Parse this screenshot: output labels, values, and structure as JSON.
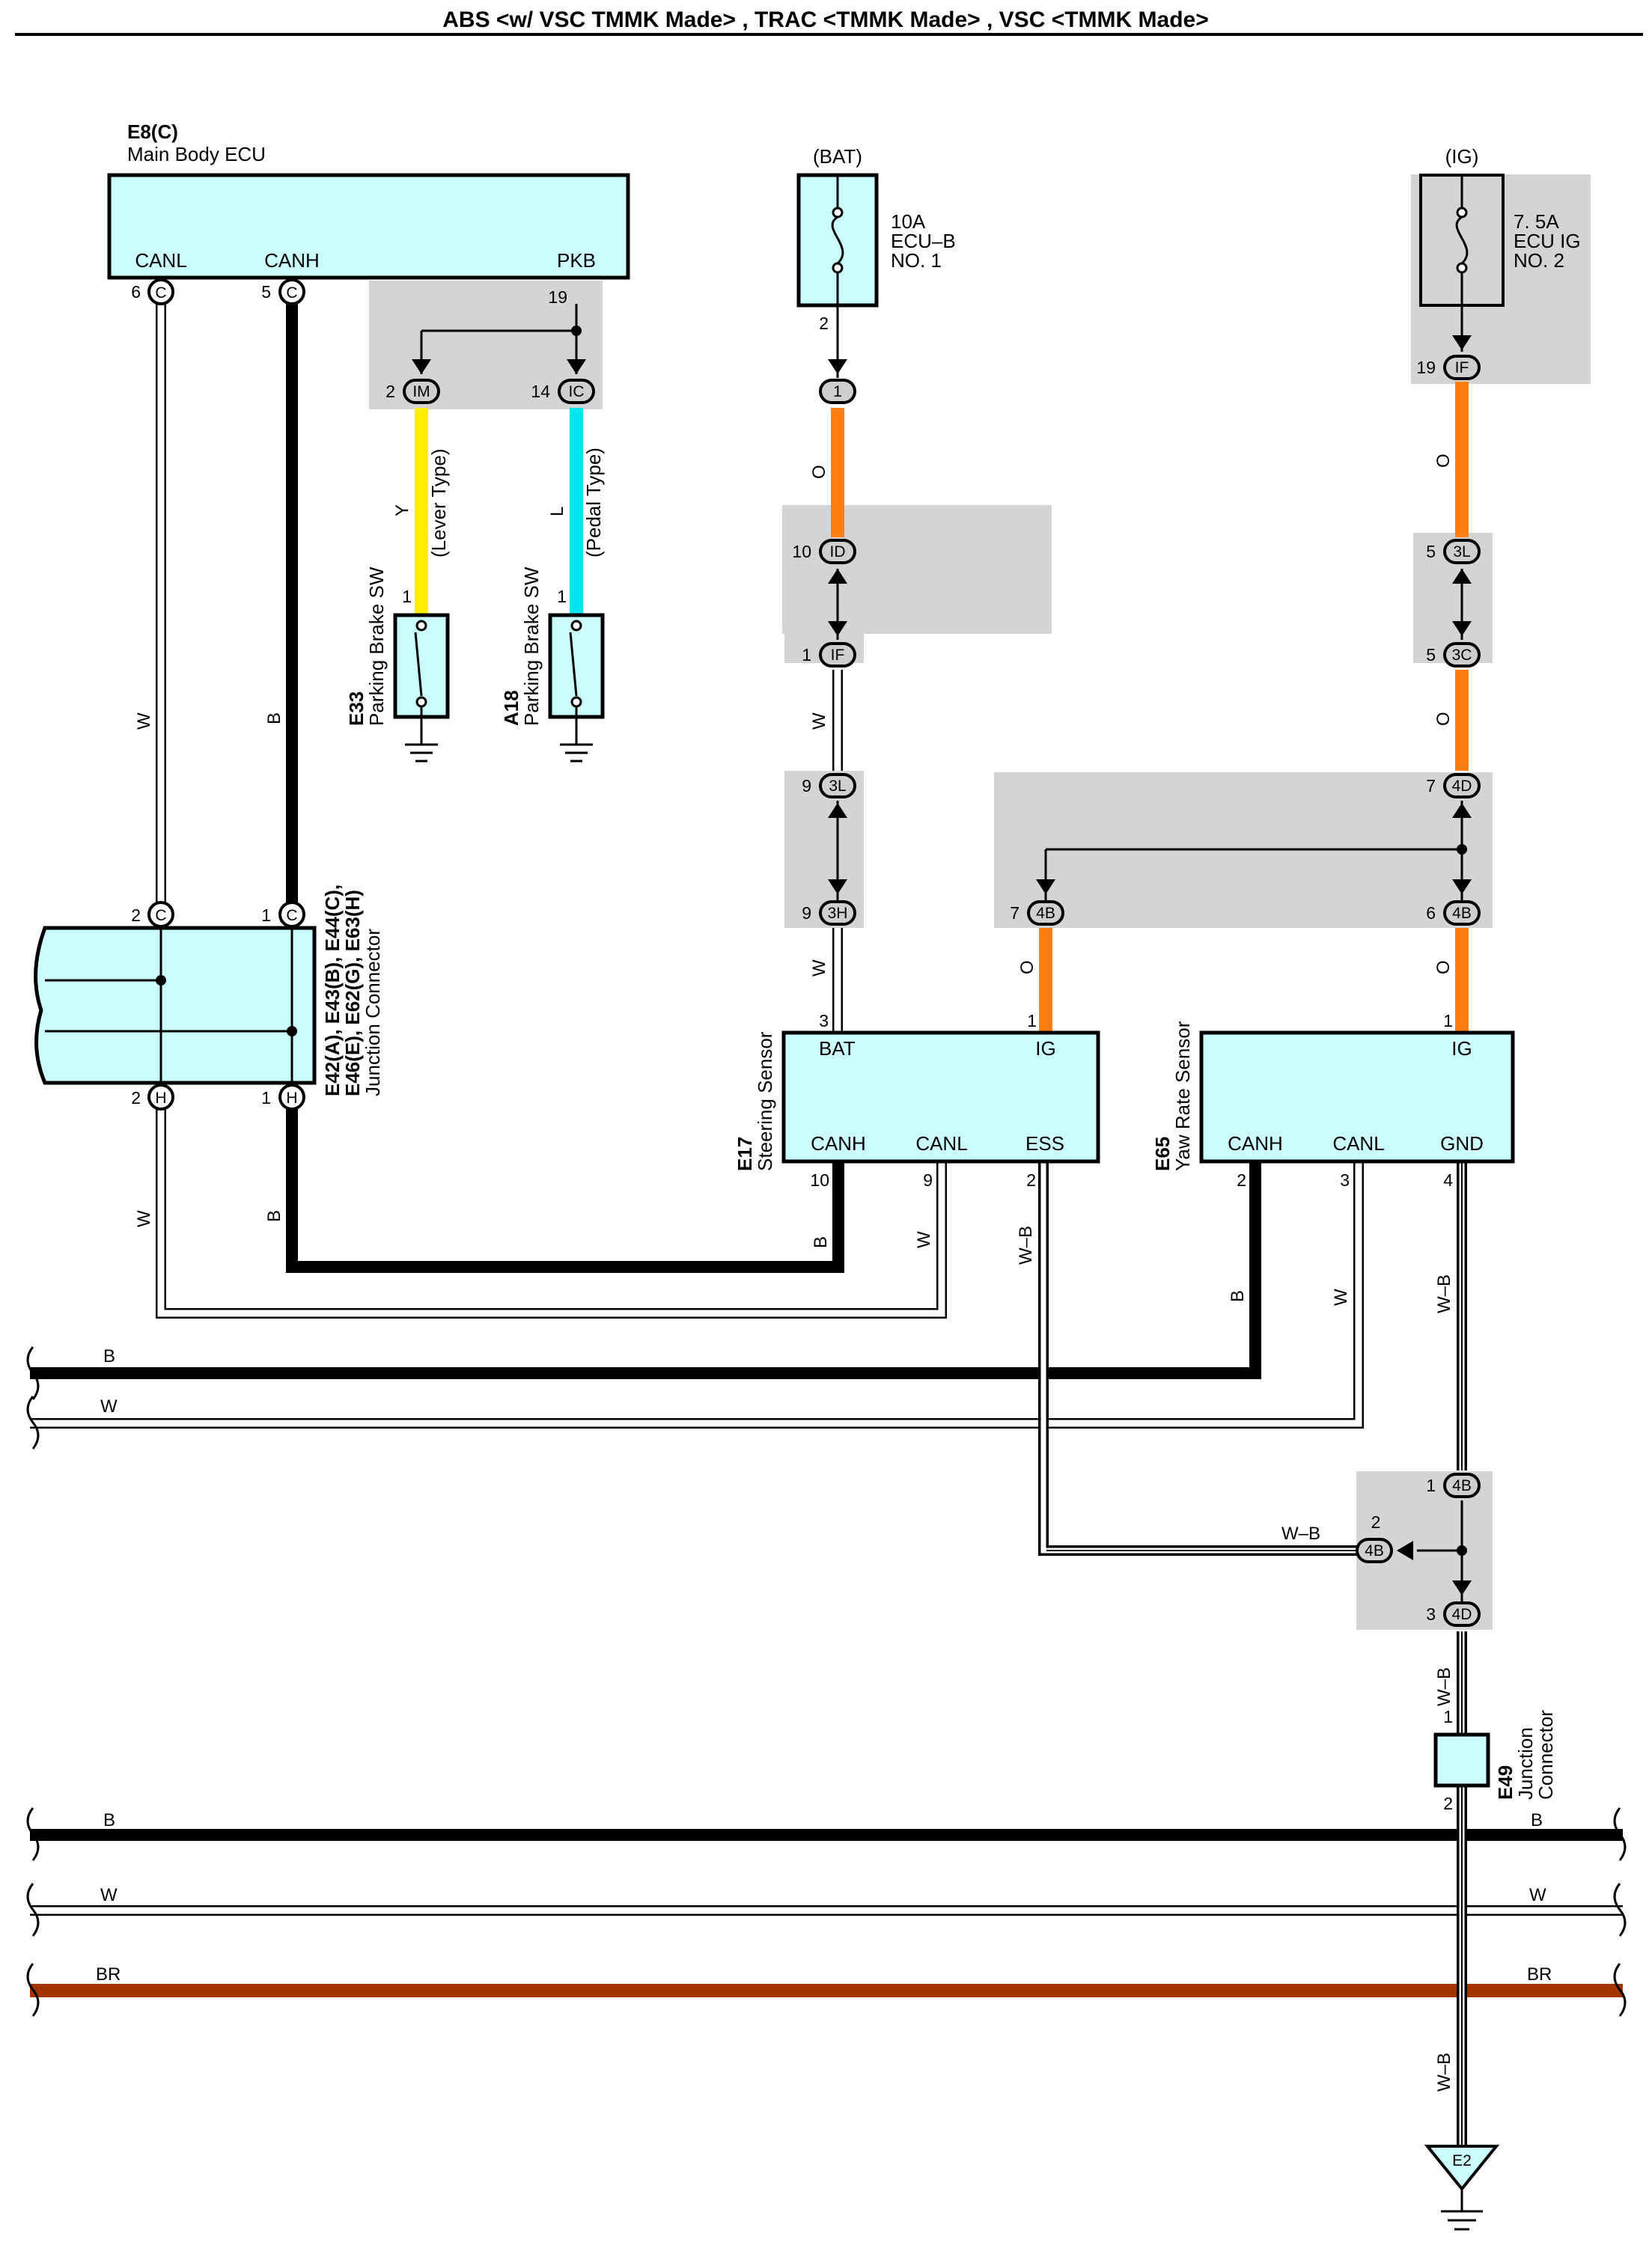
{
  "title": "ABS <w/ VSC TMMK Made> , TRAC <TMMK Made> , VSC <TMMK Made>",
  "components": {
    "main_body_ecu": {
      "code": "E8(C)",
      "name": "Main Body ECU",
      "terms": {
        "canl": "CANL",
        "canh": "CANH",
        "pkb": "PKB"
      },
      "pins": {
        "canl": "6",
        "canh": "5",
        "pkb": "19"
      },
      "conn": "C"
    },
    "fuse_ecub": {
      "supply": "(BAT)",
      "line1": "10A",
      "line2": "ECU–B",
      "line3": "NO. 1",
      "pin": "2"
    },
    "fuse_ecuig": {
      "supply": "(IG)",
      "line1": "7. 5A",
      "line2": "ECU IG",
      "line3": "NO. 2"
    },
    "parking_sw_lever": {
      "code": "E33",
      "name": "Parking Brake SW",
      "note": "(Lever Type)",
      "pin": "1"
    },
    "parking_sw_pedal": {
      "code": "A18",
      "name": "Parking Brake SW",
      "note": "(Pedal Type)",
      "pin": "1"
    },
    "junction_connector": {
      "line1": "E42(A), E43(B), E44(C),",
      "line2": "E46(E), E62(G), E63(H)",
      "name": "Junction Connector",
      "pin_c2": "2",
      "pin_c1": "1",
      "pin_h2": "2",
      "pin_h1": "1",
      "conn_c": "C",
      "conn_h": "H"
    },
    "steering_sensor": {
      "code": "E17",
      "name": "Steering Sensor",
      "terms": {
        "bat": "BAT",
        "ig": "IG",
        "canh": "CANH",
        "canl": "CANL",
        "ess": "ESS"
      },
      "pins": {
        "bat": "3",
        "ig": "1",
        "canh": "10",
        "canl": "9",
        "ess": "2"
      }
    },
    "yaw_rate_sensor": {
      "code": "E65",
      "name": "Yaw Rate Sensor",
      "terms": {
        "ig": "IG",
        "canh": "CANH",
        "canl": "CANL",
        "gnd": "GND"
      },
      "pins": {
        "ig": "1",
        "canh": "2",
        "canl": "3",
        "gnd": "4"
      }
    },
    "junction_e49": {
      "code": "E49",
      "name1": "Junction",
      "name2": "Connector",
      "pin1": "1",
      "pin2": "2"
    },
    "ground": {
      "code": "E2"
    }
  },
  "connectors": {
    "im": {
      "pin": "2",
      "label": "IM"
    },
    "ic": {
      "pin": "14",
      "label": "IC"
    },
    "bat1": {
      "label": "1"
    },
    "id": {
      "pin": "10",
      "label": "ID"
    },
    "if_a": {
      "pin": "1",
      "label": "IF"
    },
    "l3_a": {
      "pin": "9",
      "label": "3L"
    },
    "h3": {
      "pin": "9",
      "label": "3H"
    },
    "b4_a": {
      "pin": "7",
      "label": "4B"
    },
    "if_b": {
      "pin": "19",
      "label": "IF"
    },
    "l3_b": {
      "pin": "5",
      "label": "3L"
    },
    "c3": {
      "pin": "5",
      "label": "3C"
    },
    "d4_a": {
      "pin": "7",
      "label": "4D"
    },
    "b4_b": {
      "pin": "6",
      "label": "4B"
    },
    "b4_c": {
      "pin": "1",
      "label": "4B"
    },
    "b4_d": {
      "pin": "2",
      "label": "4B"
    },
    "d4_b": {
      "pin": "3",
      "label": "4D"
    }
  },
  "wire_colors": {
    "y": "Y",
    "l": "L",
    "o": "O",
    "w": "W",
    "b": "B",
    "wb": "W–B",
    "br": "BR"
  },
  "colors": {
    "box": "#ccffff",
    "shade": "#d4d4d4",
    "yellow": "#ffee00",
    "cyan": "#00e5ee",
    "orange": "#ff7f11",
    "brown": "#a33300",
    "black": "#000000"
  }
}
